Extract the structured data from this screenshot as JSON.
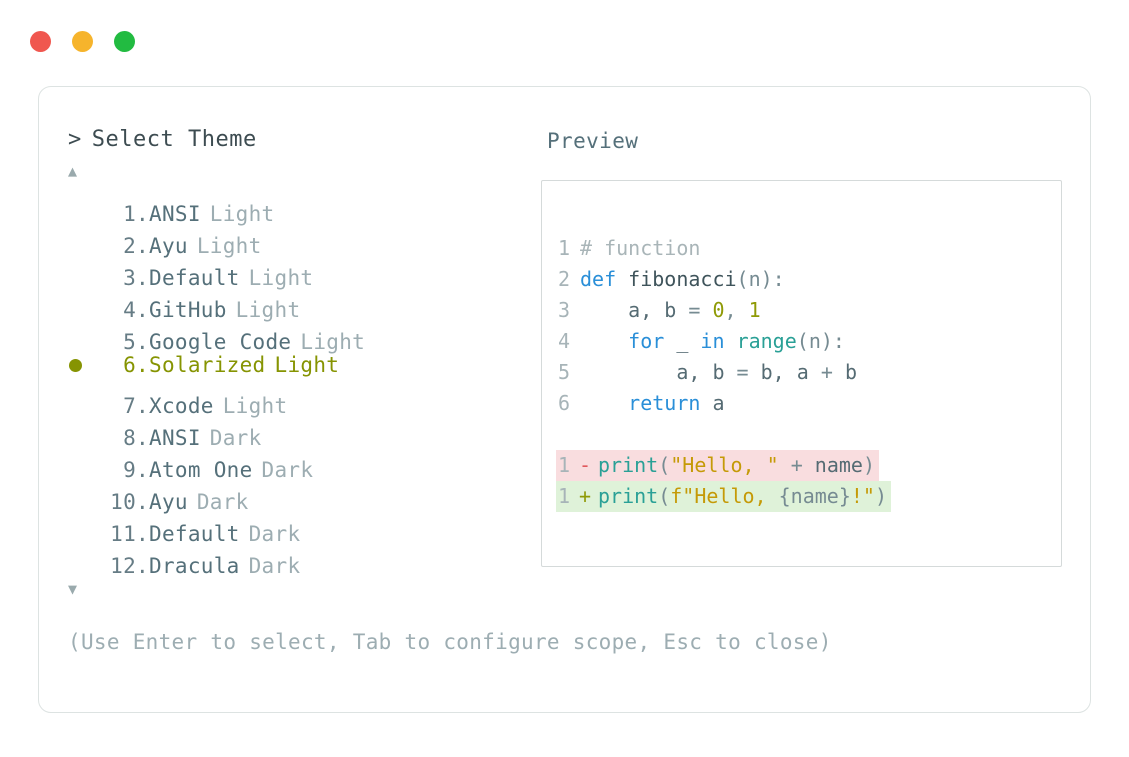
{
  "window": {
    "traffic_lights": [
      {
        "name": "close",
        "color": "#f0574f"
      },
      {
        "name": "minimize",
        "color": "#f6b42c"
      },
      {
        "name": "maximize",
        "color": "#22bb41"
      }
    ]
  },
  "left": {
    "prompt_caret": ">",
    "prompt_title": "Select Theme",
    "scroll_up_icon": "▲",
    "scroll_down_icon": "▼",
    "selected_index": 6,
    "selected_color": "#869402",
    "items": [
      {
        "index": "1.",
        "name": "ANSI",
        "variant": "Light",
        "selected": false
      },
      {
        "index": "2.",
        "name": "Ayu",
        "variant": "Light",
        "selected": false
      },
      {
        "index": "3.",
        "name": "Default",
        "variant": "Light",
        "selected": false
      },
      {
        "index": "4.",
        "name": "GitHub",
        "variant": "Light",
        "selected": false
      },
      {
        "index": "5.",
        "name": "Google Code",
        "variant": "Light",
        "selected": false
      },
      {
        "index": "6.",
        "name": "Solarized",
        "variant": "Light",
        "selected": true
      },
      {
        "index": "7.",
        "name": "Xcode",
        "variant": "Light",
        "selected": false
      },
      {
        "index": "8.",
        "name": "ANSI",
        "variant": "Dark",
        "selected": false
      },
      {
        "index": "9.",
        "name": "Atom One",
        "variant": "Dark",
        "selected": false
      },
      {
        "index": "10.",
        "name": "Ayu",
        "variant": "Dark",
        "selected": false
      },
      {
        "index": "11.",
        "name": "Default",
        "variant": "Dark",
        "selected": false
      },
      {
        "index": "12.",
        "name": "Dracula",
        "variant": "Dark",
        "selected": false
      }
    ]
  },
  "preview": {
    "label": "Preview",
    "code": [
      {
        "ln": "1",
        "tokens": [
          {
            "t": "# function",
            "c": "comment"
          }
        ]
      },
      {
        "ln": "2",
        "tokens": [
          {
            "t": "def",
            "c": "kw"
          },
          {
            "t": " ",
            "c": "plain"
          },
          {
            "t": "fibonacci",
            "c": "fn"
          },
          {
            "t": "(n):",
            "c": "punct"
          }
        ]
      },
      {
        "ln": "3",
        "tokens": [
          {
            "t": "    a, b ",
            "c": "plain"
          },
          {
            "t": "= ",
            "c": "punct"
          },
          {
            "t": "0",
            "c": "num"
          },
          {
            "t": ", ",
            "c": "punct"
          },
          {
            "t": "1",
            "c": "num"
          }
        ]
      },
      {
        "ln": "4",
        "tokens": [
          {
            "t": "    ",
            "c": "plain"
          },
          {
            "t": "for",
            "c": "kw"
          },
          {
            "t": " _ ",
            "c": "plain"
          },
          {
            "t": "in",
            "c": "kw"
          },
          {
            "t": " ",
            "c": "plain"
          },
          {
            "t": "range",
            "c": "builtin"
          },
          {
            "t": "(n):",
            "c": "punct"
          }
        ]
      },
      {
        "ln": "5",
        "tokens": [
          {
            "t": "        a, b ",
            "c": "plain"
          },
          {
            "t": "= ",
            "c": "punct"
          },
          {
            "t": "b, a ",
            "c": "plain"
          },
          {
            "t": "+ ",
            "c": "punct"
          },
          {
            "t": "b",
            "c": "plain"
          }
        ]
      },
      {
        "ln": "6",
        "tokens": [
          {
            "t": "    ",
            "c": "plain"
          },
          {
            "t": "return",
            "c": "kw"
          },
          {
            "t": " a",
            "c": "plain"
          }
        ]
      }
    ],
    "diff": [
      {
        "ln": "1",
        "mark": "-",
        "kind": "del",
        "tokens": [
          {
            "t": "print",
            "c": "builtin"
          },
          {
            "t": "(",
            "c": "punct"
          },
          {
            "t": "\"Hello, \"",
            "c": "str"
          },
          {
            "t": " ",
            "c": "plain"
          },
          {
            "t": "+",
            "c": "punct"
          },
          {
            "t": " name",
            "c": "plain"
          },
          {
            "t": ")",
            "c": "punct"
          }
        ]
      },
      {
        "ln": "1",
        "mark": "+",
        "kind": "add",
        "tokens": [
          {
            "t": "print",
            "c": "builtin"
          },
          {
            "t": "(",
            "c": "punct"
          },
          {
            "t": "f\"Hello, ",
            "c": "str"
          },
          {
            "t": "{name}",
            "c": "punct"
          },
          {
            "t": "!\"",
            "c": "str"
          },
          {
            "t": ")",
            "c": "punct"
          }
        ]
      }
    ]
  },
  "footer": {
    "hint": "(Use Enter to select, Tab to configure scope, Esc to close)"
  }
}
